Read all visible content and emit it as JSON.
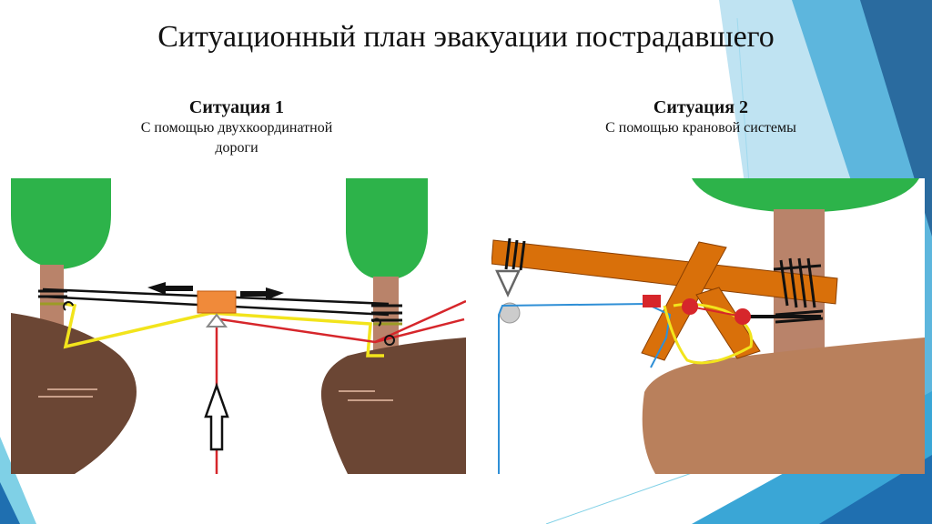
{
  "slide": {
    "title": "Ситуационный план эвакуации пострадавшего"
  },
  "situation1": {
    "heading": "Ситуация 1",
    "subtitle_line1": "С помощью двухкоординатной",
    "subtitle_line2": "дороги"
  },
  "situation2": {
    "heading": "Ситуация 2",
    "subtitle": "С помощью крановой системы"
  },
  "colors": {
    "tree_crown": "#2db34a",
    "tree_trunk": "#b9836a",
    "ground_dark": "#6b4634",
    "ground_light": "#b9805c",
    "beam": "#d9700a",
    "rope_yellow": "#f2e41c",
    "rope_red": "#d6262b",
    "rope_blue": "#2f8fd6",
    "stretcher": "#f08a3a",
    "accent_blue": "#1f6fb0",
    "accent_teal": "#3aa6d6"
  }
}
